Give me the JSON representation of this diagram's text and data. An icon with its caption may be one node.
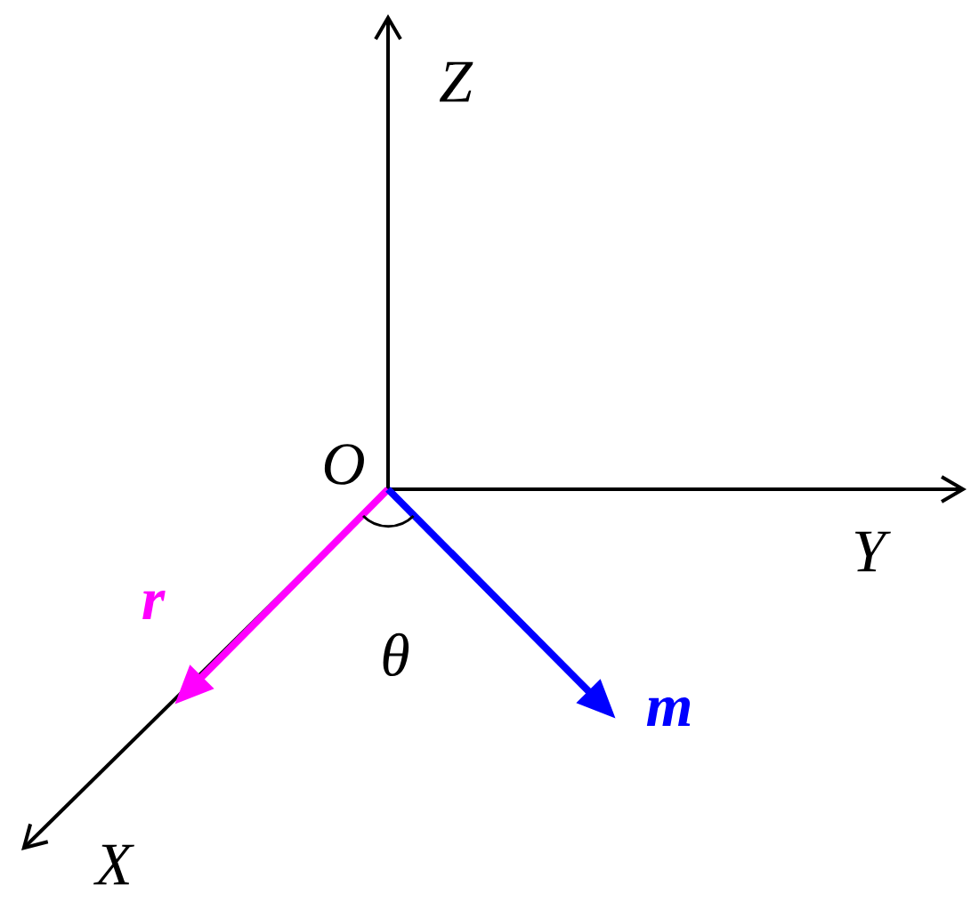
{
  "diagram": {
    "labels": [
      "Z",
      "O",
      "Y",
      "r",
      "θ",
      "m",
      "X"
    ]
  }
}
